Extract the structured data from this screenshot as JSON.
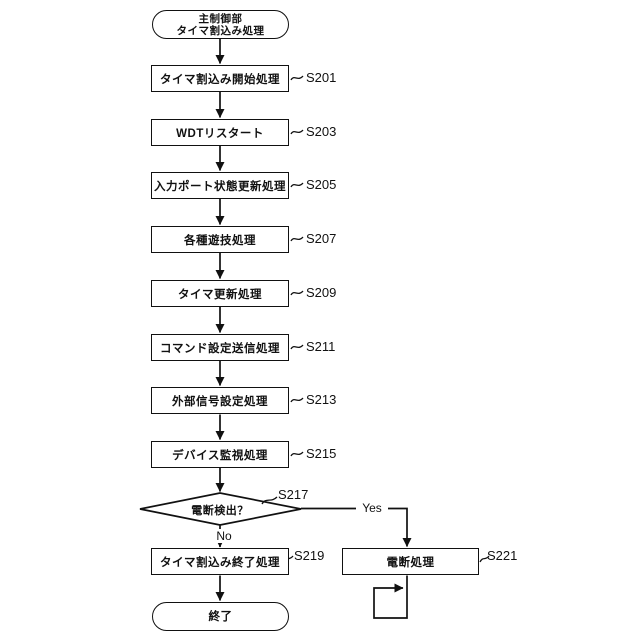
{
  "flow": {
    "start": {
      "line1": "主制御部",
      "line2": "タイマ割込み処理"
    },
    "steps": [
      {
        "id": "S201",
        "label": "タイマ割込み開始処理"
      },
      {
        "id": "S203",
        "label": "WDTリスタート"
      },
      {
        "id": "S205",
        "label": "入力ポート状態更新処理"
      },
      {
        "id": "S207",
        "label": "各種遊技処理"
      },
      {
        "id": "S209",
        "label": "タイマ更新処理"
      },
      {
        "id": "S211",
        "label": "コマンド設定送信処理"
      },
      {
        "id": "S213",
        "label": "外部信号設定処理"
      },
      {
        "id": "S215",
        "label": "デバイス監視処理"
      }
    ],
    "decision": {
      "id": "S217",
      "label": "電断検出？",
      "yes_label": "Yes",
      "no_label": "No"
    },
    "no_branch_step": {
      "id": "S219",
      "label": "タイマ割込み終了処理"
    },
    "yes_branch_step": {
      "id": "S221",
      "label": "電断処理"
    },
    "end": {
      "label": "終了"
    }
  },
  "colors": {
    "line": "#111111",
    "background": "#ffffff",
    "text": "#111111"
  }
}
